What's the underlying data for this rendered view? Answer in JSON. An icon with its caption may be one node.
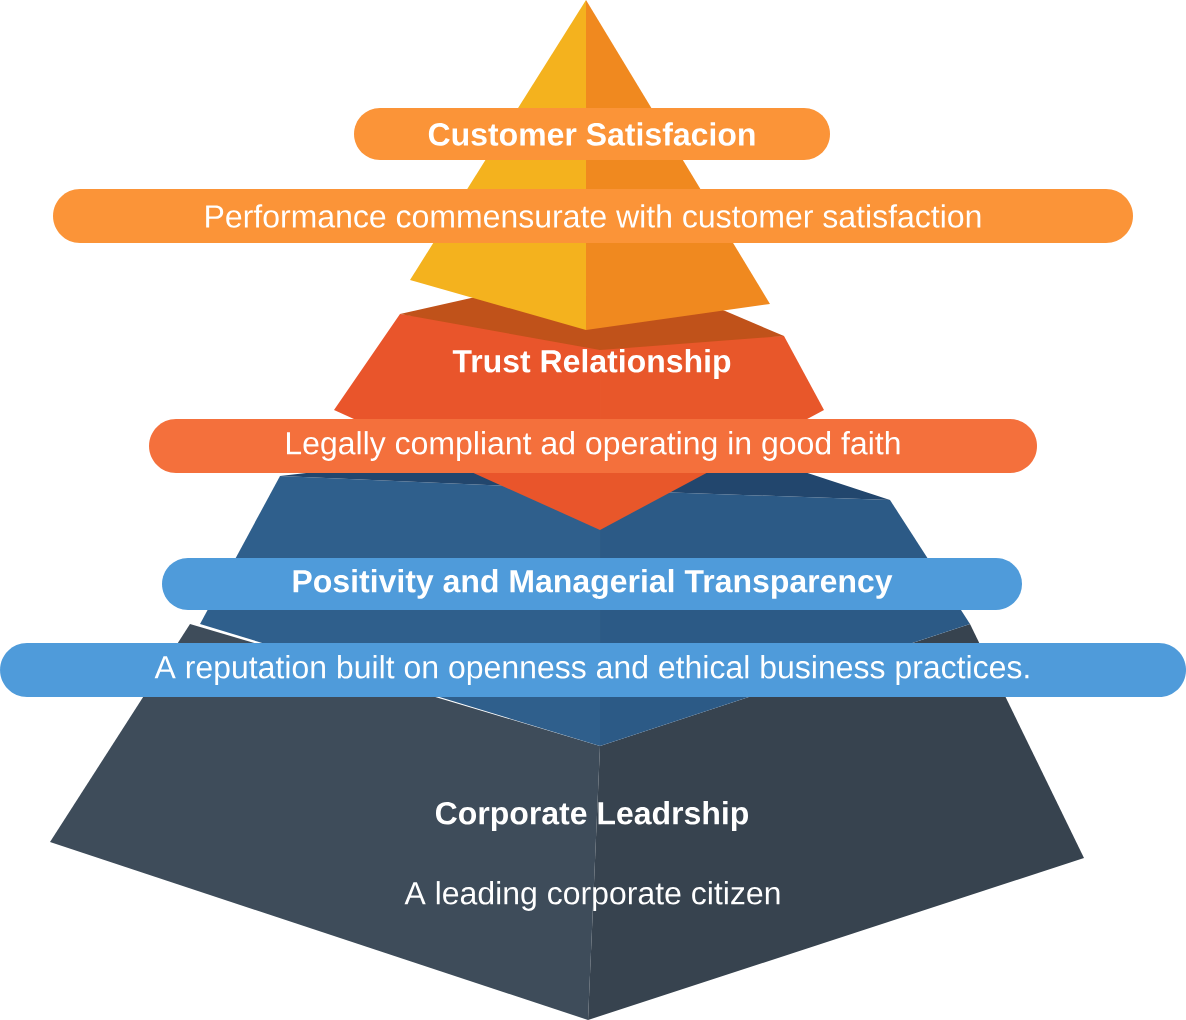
{
  "diagram": {
    "nodes": [
      {
        "text": [
          "Customer Satisfacion",
          "Performance commensurate with customer satisfaction"
        ]
      },
      {
        "text": [
          "Trust Relationship",
          "Legally compliant ad operating in good faith"
        ]
      },
      {
        "text": [
          "Positivity and Managerial Transparency",
          "A reputation built on openness and ethical business practices."
        ]
      },
      {
        "text": [
          "Corporate Leadrship",
          "A leading corporate citizen"
        ]
      }
    ]
  }
}
